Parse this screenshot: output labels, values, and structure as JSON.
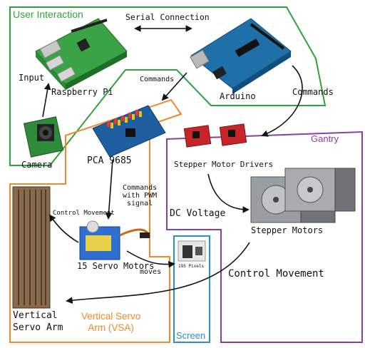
{
  "regions": {
    "user_interaction": {
      "title": "User Interaction",
      "color": "#2fa33a"
    },
    "gantry": {
      "title": "Gantry",
      "color": "#8a3fa0"
    },
    "vsa": {
      "title": "Vertical Servo\nArm (VSA)",
      "color": "#f28a2b"
    },
    "screen": {
      "title": "Screen",
      "color": "#2a8fd0"
    }
  },
  "components": {
    "raspberry_pi": "Raspberry Pi",
    "arduino": "Arduino",
    "camera": "Camera",
    "pca": "PCA 9685",
    "stepper_drivers": "Stepper Motor Drivers",
    "stepper_motors": "Stepper Motors",
    "servo_motors": "15 Servo Motors",
    "servo_arm": "Vertical\nServo Arm",
    "pixels": "195 Pixels"
  },
  "connections": {
    "serial": "Serial Connection",
    "input": "Input",
    "commands_pi": "Commands",
    "commands_arduino": "Commands",
    "commands_pwm": "Commands\nwith PWM\nsignal",
    "control_movement_servo": "Control Movement",
    "dc_voltage": "DC Voltage",
    "moves": "moves",
    "control_movement_arm": "Control Movement"
  }
}
